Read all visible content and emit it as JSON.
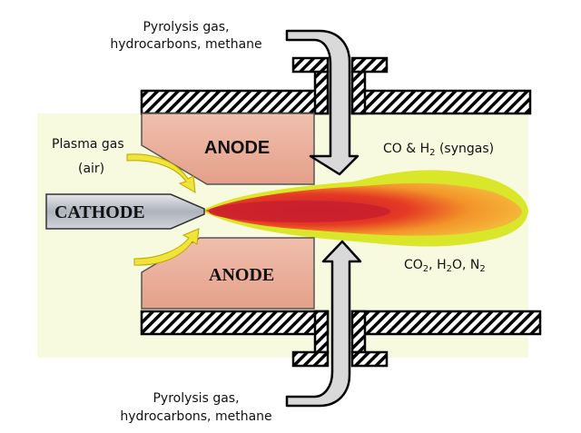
{
  "labels": {
    "top_inlet_line1": "Pyrolysis gas,",
    "top_inlet_line2": "hydrocarbons, methane",
    "bottom_inlet_line1": "Pyrolysis gas,",
    "bottom_inlet_line2": "hydrocarbons, methane",
    "plasma_gas_line1": "Plasma gas",
    "plasma_gas_line2": "(air)",
    "anode_top": "ANODE",
    "anode_bottom": "ANODE",
    "cathode": "CATHODE",
    "syngas_a": "CO & H",
    "syngas_sub": "2",
    "syngas_b": " (syngas)",
    "products_co": "CO",
    "products_sub1": "2",
    "products_h": ", H",
    "products_sub2": "2",
    "products_o": "O, N",
    "products_sub3": "2"
  },
  "colors": {
    "background_panel": "#f7fadf",
    "anode": "#e9a994",
    "cathode": "#b8bcc4",
    "flame_core": "#d8252a",
    "flame_outer": "#f39a2a",
    "flame_edge": "#d9e62a",
    "gas_arrow": "#f1e338",
    "inlet_arrow": "#d9d9d9"
  }
}
